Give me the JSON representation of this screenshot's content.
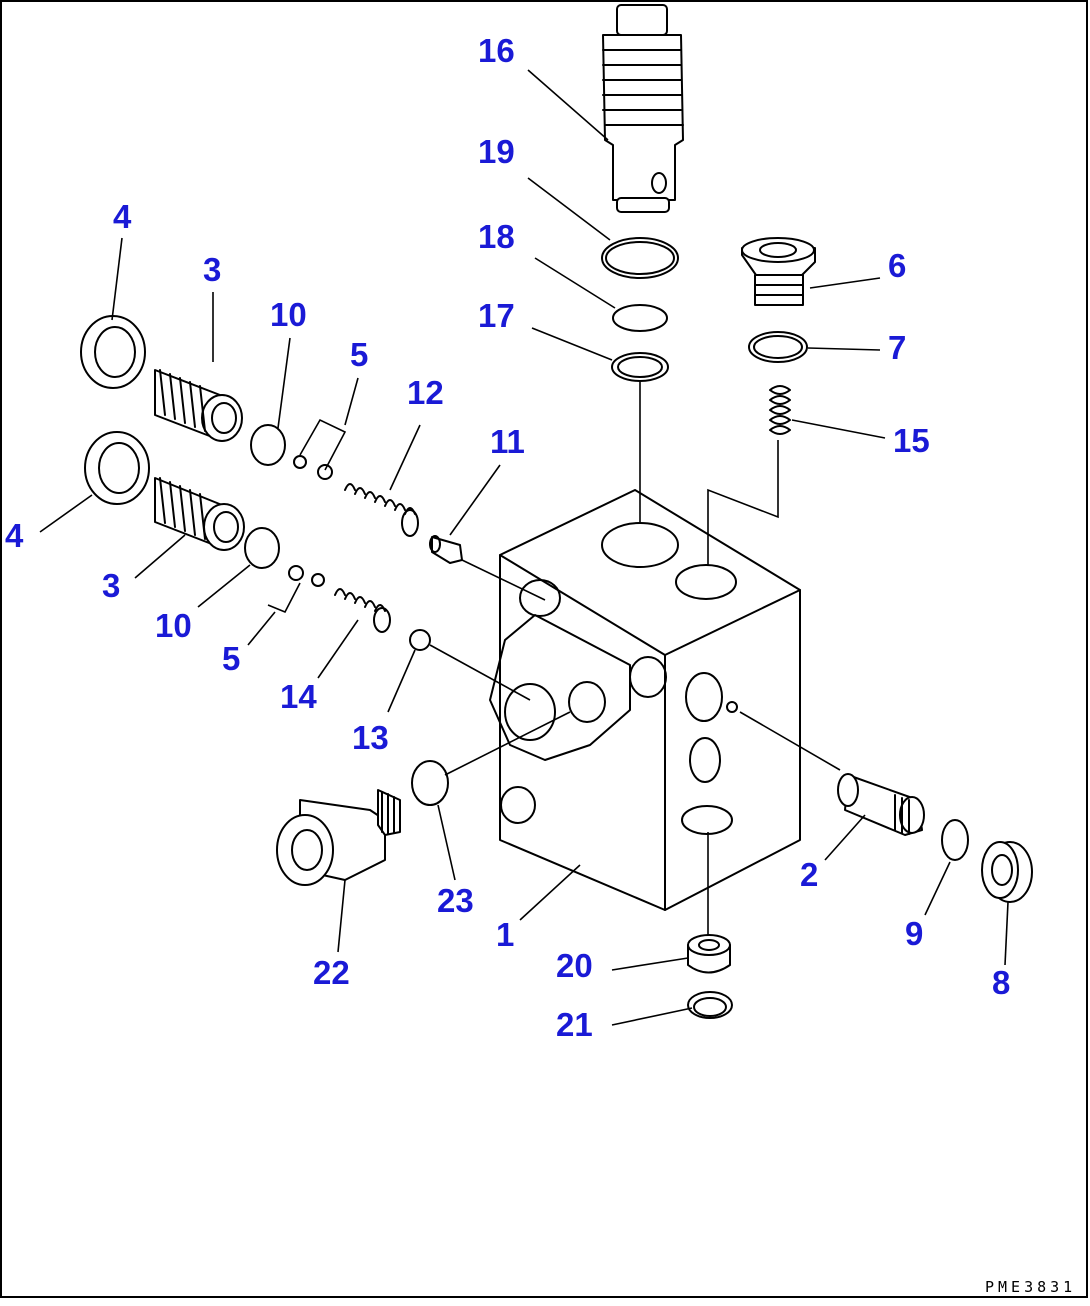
{
  "drawing_code": "PME3831",
  "callouts": [
    {
      "id": "c1",
      "label": "1"
    },
    {
      "id": "c2",
      "label": "2"
    },
    {
      "id": "c3a",
      "label": "3"
    },
    {
      "id": "c3b",
      "label": "3"
    },
    {
      "id": "c4a",
      "label": "4"
    },
    {
      "id": "c4b",
      "label": "4"
    },
    {
      "id": "c5a",
      "label": "5"
    },
    {
      "id": "c5b",
      "label": "5"
    },
    {
      "id": "c6",
      "label": "6"
    },
    {
      "id": "c7",
      "label": "7"
    },
    {
      "id": "c8",
      "label": "8"
    },
    {
      "id": "c9",
      "label": "9"
    },
    {
      "id": "c10a",
      "label": "10"
    },
    {
      "id": "c10b",
      "label": "10"
    },
    {
      "id": "c11",
      "label": "11"
    },
    {
      "id": "c12",
      "label": "12"
    },
    {
      "id": "c13",
      "label": "13"
    },
    {
      "id": "c14",
      "label": "14"
    },
    {
      "id": "c15",
      "label": "15"
    },
    {
      "id": "c16",
      "label": "16"
    },
    {
      "id": "c17",
      "label": "17"
    },
    {
      "id": "c18",
      "label": "18"
    },
    {
      "id": "c19",
      "label": "19"
    },
    {
      "id": "c20",
      "label": "20"
    },
    {
      "id": "c21",
      "label": "21"
    },
    {
      "id": "c22",
      "label": "22"
    },
    {
      "id": "c23",
      "label": "23"
    }
  ]
}
